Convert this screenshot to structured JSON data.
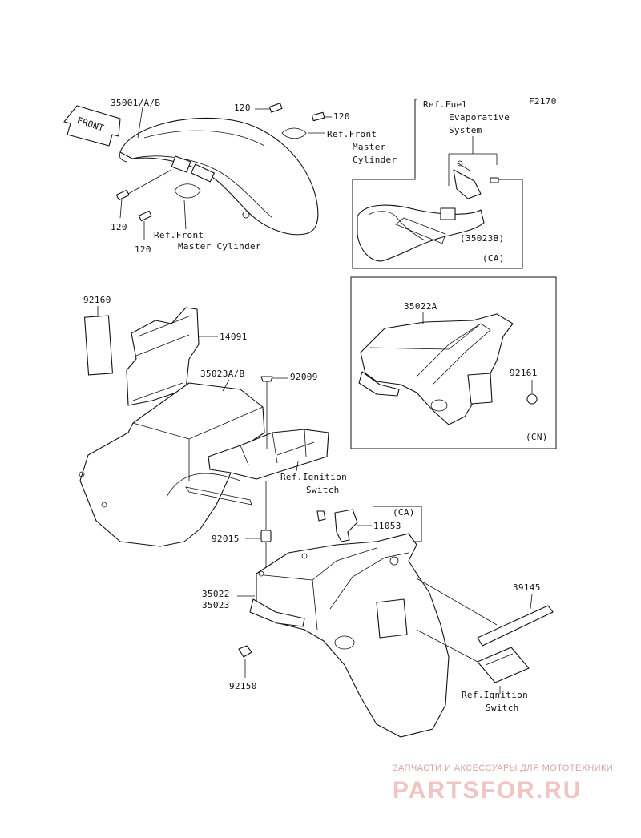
{
  "figure_code": "F2170",
  "front_arrow": "FRONT",
  "labels": {
    "p35001": "35001/A/B",
    "p120_a": "120",
    "p120_b": "120",
    "p120_c": "120",
    "p120_d": "120",
    "ref_front_master_cyl_1": [
      "Ref.Front",
      "Master",
      "Cylinder"
    ],
    "ref_front_master_cyl_2": [
      "Ref.Front",
      "Master Cylinder"
    ],
    "ref_fuel_evap": [
      "Ref.Fuel",
      "Evaporative",
      "System"
    ],
    "p35023b": "(35023B)",
    "ca_1": "(CA)",
    "p92160": "92160",
    "p14091": "14091",
    "p35023ab": "35023A/B",
    "p92009": "92009",
    "p35022a": "35022A",
    "p92161": "92161",
    "cn": "(CN)",
    "ref_ignition_1": [
      "Ref.Ignition",
      "Switch"
    ],
    "ca_2": "(CA)",
    "p11053": "11053",
    "p92015": "92015",
    "p35022": "35022",
    "p35023": "35023",
    "p39145": "39145",
    "p92150": "92150",
    "ref_ignition_2": [
      "Ref.Ignition",
      "Switch"
    ]
  },
  "watermark": {
    "caption": "ЗАПЧАСТИ И АКСЕССУАРЫ ДЛЯ МОТОТЕХНИКИ",
    "brand": "PARTSFOR.RU"
  }
}
